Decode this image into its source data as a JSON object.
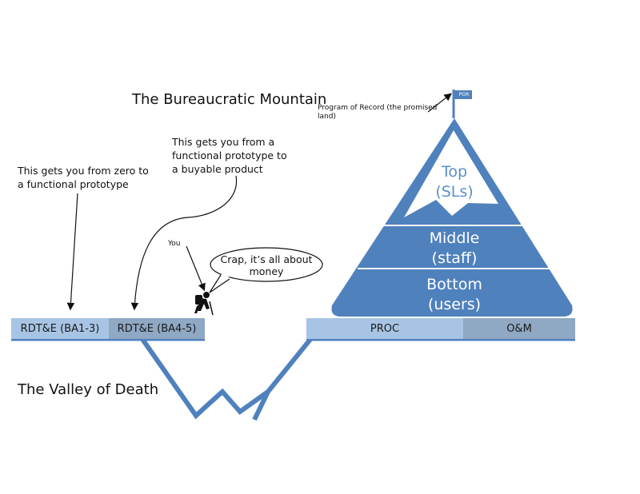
{
  "title": "The Bureaucratic Mountain",
  "valley_label": "The Valley of Death",
  "notes": {
    "zero_to_prototype": "This gets you from zero to a functional prototype",
    "prototype_to_product": "This gets you from a functional prototype to a buyable product",
    "you": "You",
    "por_note": "Program of Record (the promised land)"
  },
  "speech_bubble": "Crap, it’s all about money",
  "flag_label": "POR",
  "bars": {
    "rdte_1": "RDT&E (BA1-3)",
    "rdte_2": "RDT&E (BA4-5)",
    "proc": "PROC",
    "om": "O&M"
  },
  "pyramid": {
    "top_line1": "Top",
    "top_line2": "(SLs)",
    "middle_line1": "Middle",
    "middle_line2": "(staff)",
    "bottom_line1": "Bottom",
    "bottom_line2": "(users)"
  },
  "colors": {
    "blue_main": "#4f81bd",
    "bar_light": "#a8c4e4",
    "bar_dark": "#8fa8c4",
    "valley_line": "#4f81bd"
  }
}
